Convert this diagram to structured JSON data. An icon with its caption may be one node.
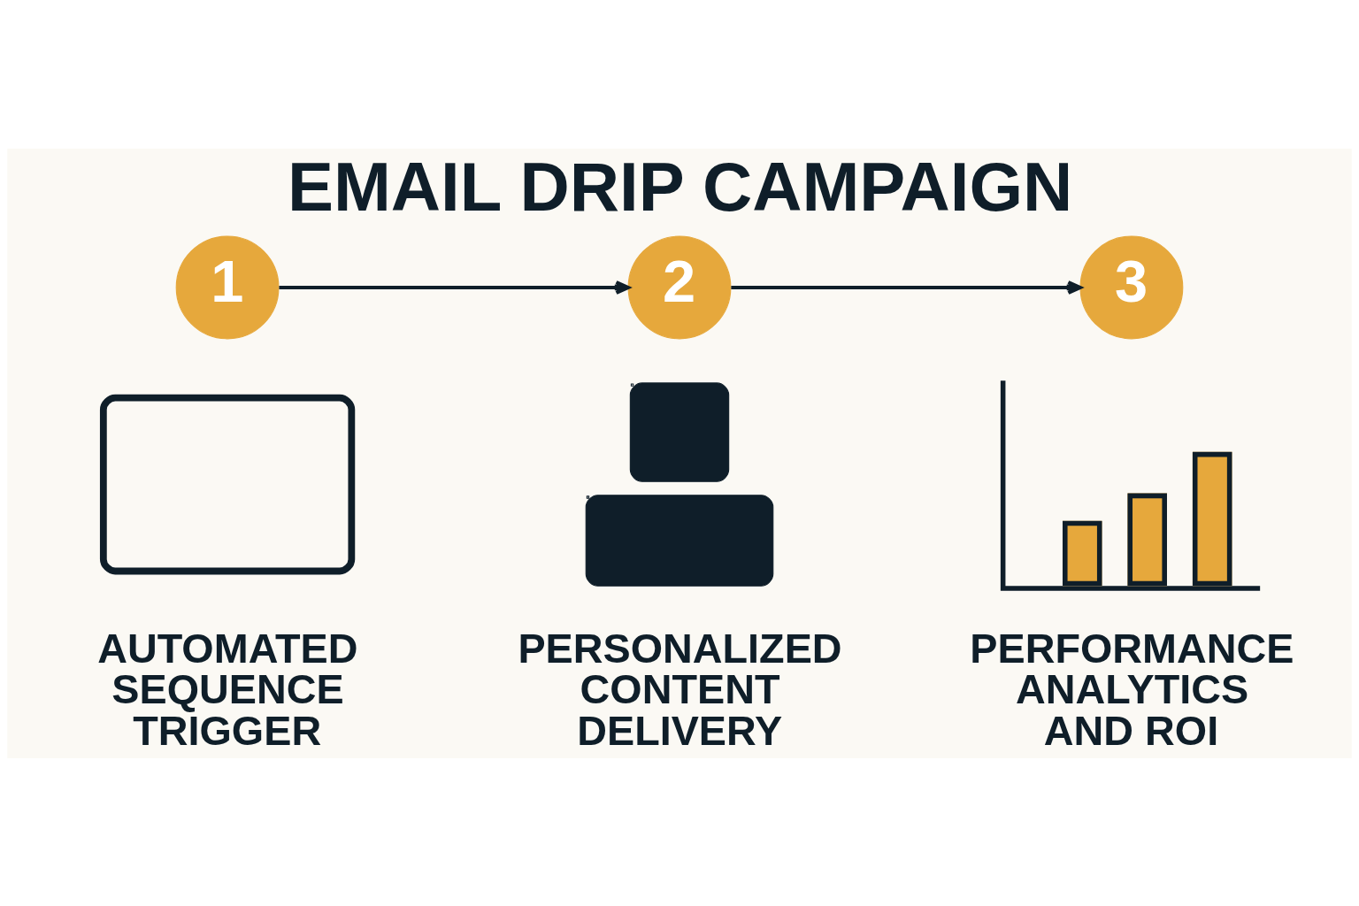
{
  "diagram": {
    "title": "EMAIL DRIP CAMPAIGN",
    "nodes": [
      {
        "text": [
          "1"
        ]
      },
      {
        "text": [
          "2"
        ]
      },
      {
        "text": [
          "3"
        ]
      },
      {
        "text": [],
        "shape": "envelope",
        "beside": [
          "AUTOMATED SEQUENCE TRIGGER"
        ]
      },
      {
        "text": [],
        "shape": "person",
        "beside": [
          "PERSONALIZED CONTENT DELIVERY"
        ]
      },
      {
        "text": [],
        "shape": "chart",
        "beside": [
          "PERFORMANCE ANALYTICS AND ROI"
        ]
      }
    ],
    "edges": [
      {
        "from": 0,
        "to": 1,
        "arrow": "to"
      },
      {
        "from": 1,
        "to": 2,
        "arrow": "to"
      }
    ]
  }
}
